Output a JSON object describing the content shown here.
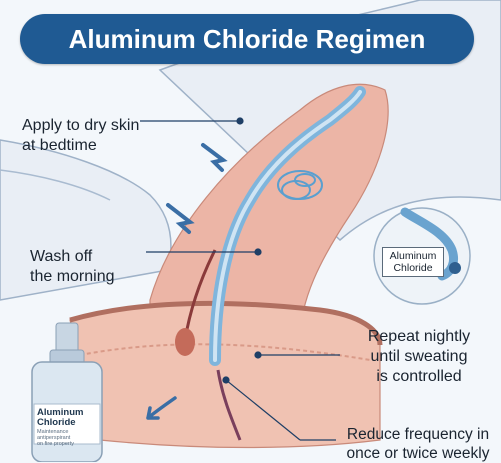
{
  "title": "Aluminum Chloride Regimen",
  "callouts": {
    "apply": "Apply to dry skin\nat bedtime",
    "wash": "Wash off\nthe morning",
    "repeat": "Repeat nightly\nuntil sweating\nis controlled",
    "reduce": "Reduce frequency in\nonce or twice weekly"
  },
  "inset_label": "Aluminum\nChloride",
  "bottle": {
    "label": "Aluminum\nChloride",
    "sublabel": "Maintenance antiperspirant\non fire property"
  },
  "colors": {
    "banner": "#1f5a93",
    "skin": "#ecb5a6",
    "gland": "#7fb5dc",
    "line": "#1f3f66"
  }
}
